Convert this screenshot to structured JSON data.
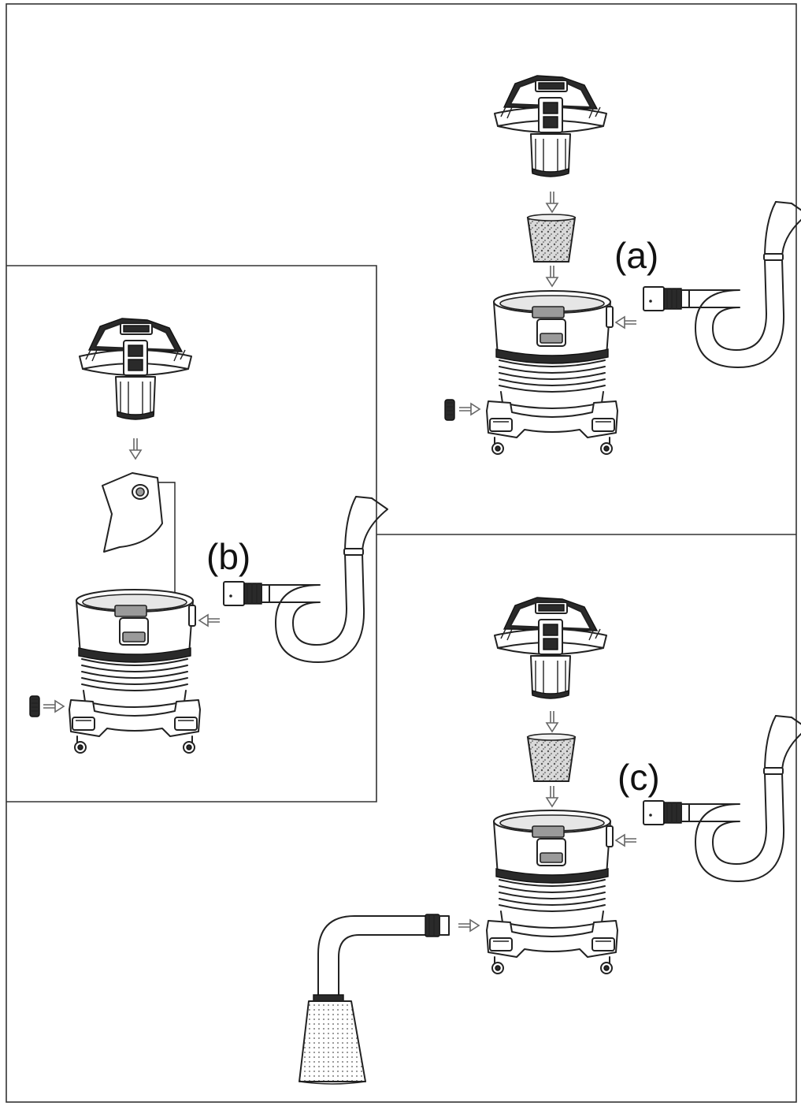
{
  "panels": {
    "a": {
      "label": "(a)"
    },
    "b": {
      "label": "(b)"
    },
    "c": {
      "label": "(c)"
    }
  },
  "icons": [
    "vacuum-head-icon",
    "cartridge-filter-icon",
    "dust-bag-icon",
    "vacuum-tank-icon",
    "suction-hose-icon",
    "blower-plug-icon",
    "blowing-hose-bag-icon",
    "arrow-icon"
  ]
}
